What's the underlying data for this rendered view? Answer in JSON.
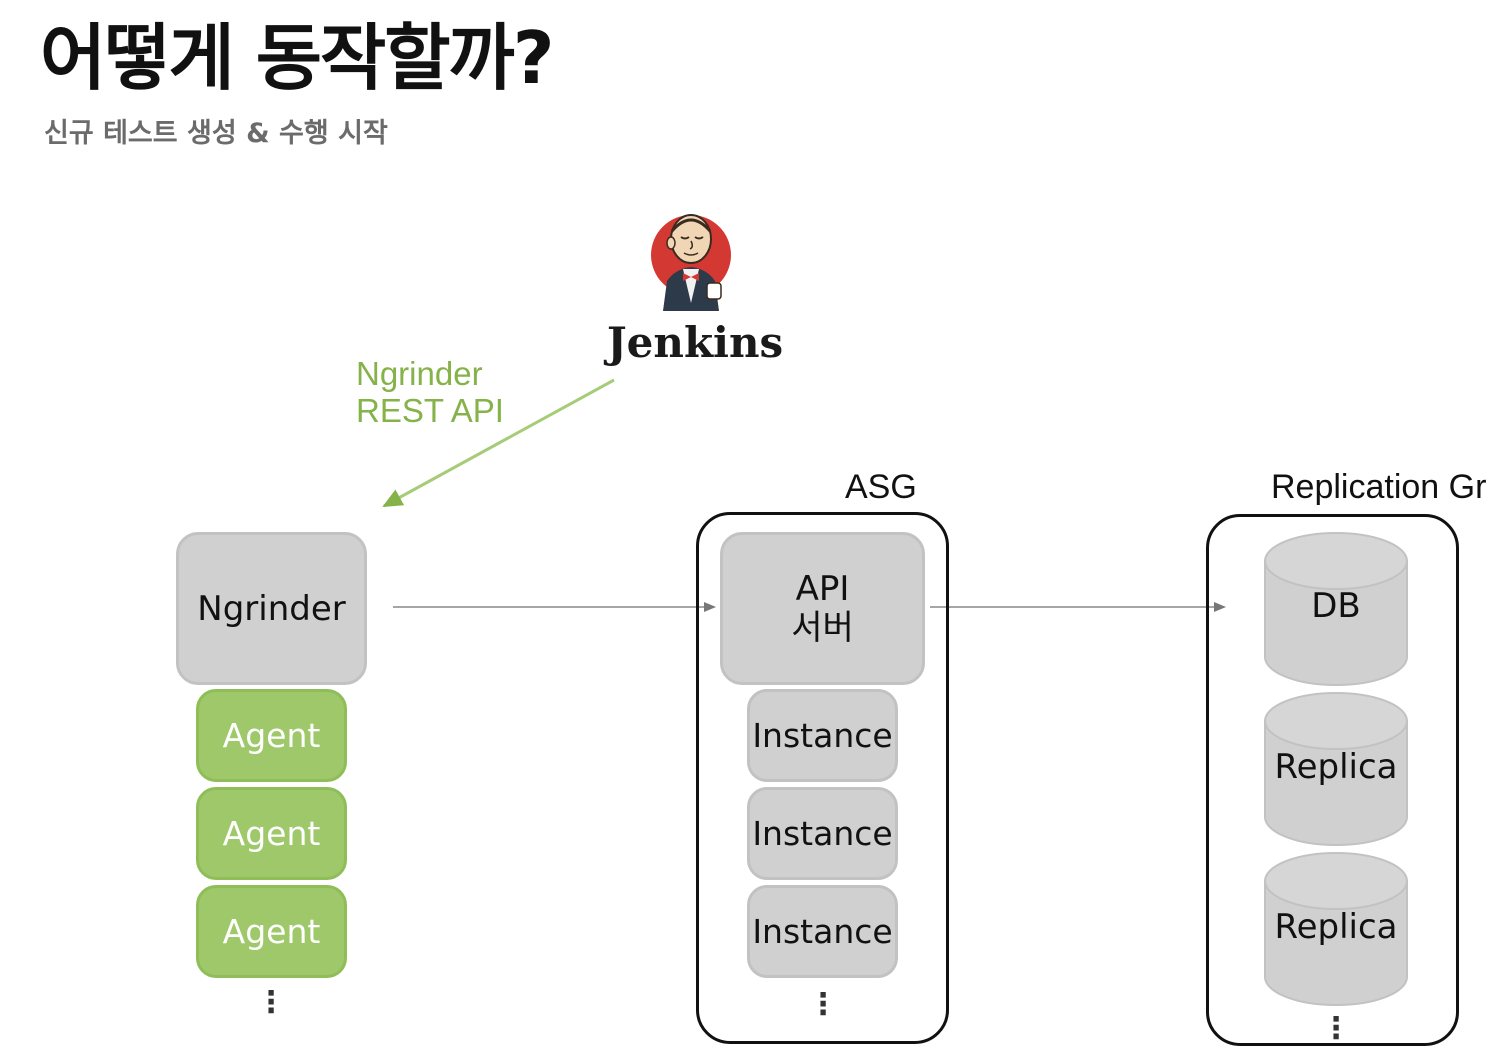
{
  "slide": {
    "title": "어떻게 동작할까?",
    "subtitle": "신규 테스트 생성 & 수행 시작"
  },
  "jenkins": {
    "logo_icon": "jenkins-butler-icon",
    "name": "Jenkins"
  },
  "api_call": {
    "line1": "Ngrinder",
    "line2": "REST API"
  },
  "ngrinder_group": {
    "controller": "Ngrinder",
    "agents": [
      "Agent",
      "Agent",
      "Agent"
    ],
    "more": "⋮"
  },
  "asg_group": {
    "label": "ASG",
    "server_line1": "API",
    "server_line2": "서버",
    "instances": [
      "Instance",
      "Instance",
      "Instance"
    ],
    "more": "⋮"
  },
  "replication_group": {
    "label": "Replication Gr",
    "primary": "DB",
    "replicas": [
      "Replica",
      "Replica"
    ],
    "more": "⋮"
  },
  "colors": {
    "accent_green": "#86b24a",
    "agent_green": "#9ec86a",
    "box_gray": "#d0d0d0",
    "jenkins_red": "#d33833"
  }
}
